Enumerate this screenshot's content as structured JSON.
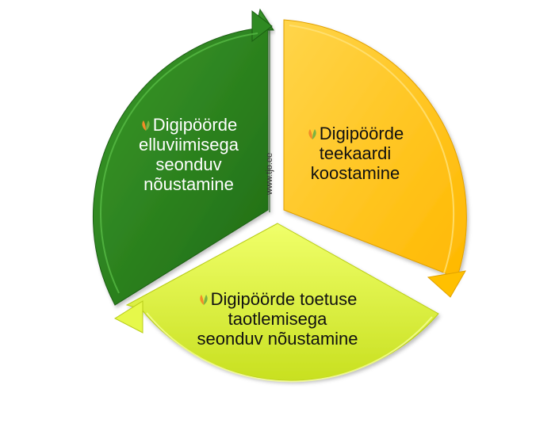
{
  "segments": [
    {
      "id": "green",
      "lines": [
        "Digipöörde",
        "elluviimisega",
        "seonduv",
        "nõustamine"
      ],
      "color": "#2e7d1e"
    },
    {
      "id": "orange",
      "lines": [
        "Digipöörde",
        "teekaardi",
        "koostamine"
      ],
      "color": "#ffc000"
    },
    {
      "id": "lime",
      "lines": [
        "Digipöörde toetuse",
        "taotlemisega",
        "seonduv nõustamine"
      ],
      "color": "#d4ec2a"
    }
  ],
  "watermark": "www.tjo.ee",
  "colors": {
    "leaf_green": "#7cb342",
    "leaf_orange": "#f28c28"
  }
}
